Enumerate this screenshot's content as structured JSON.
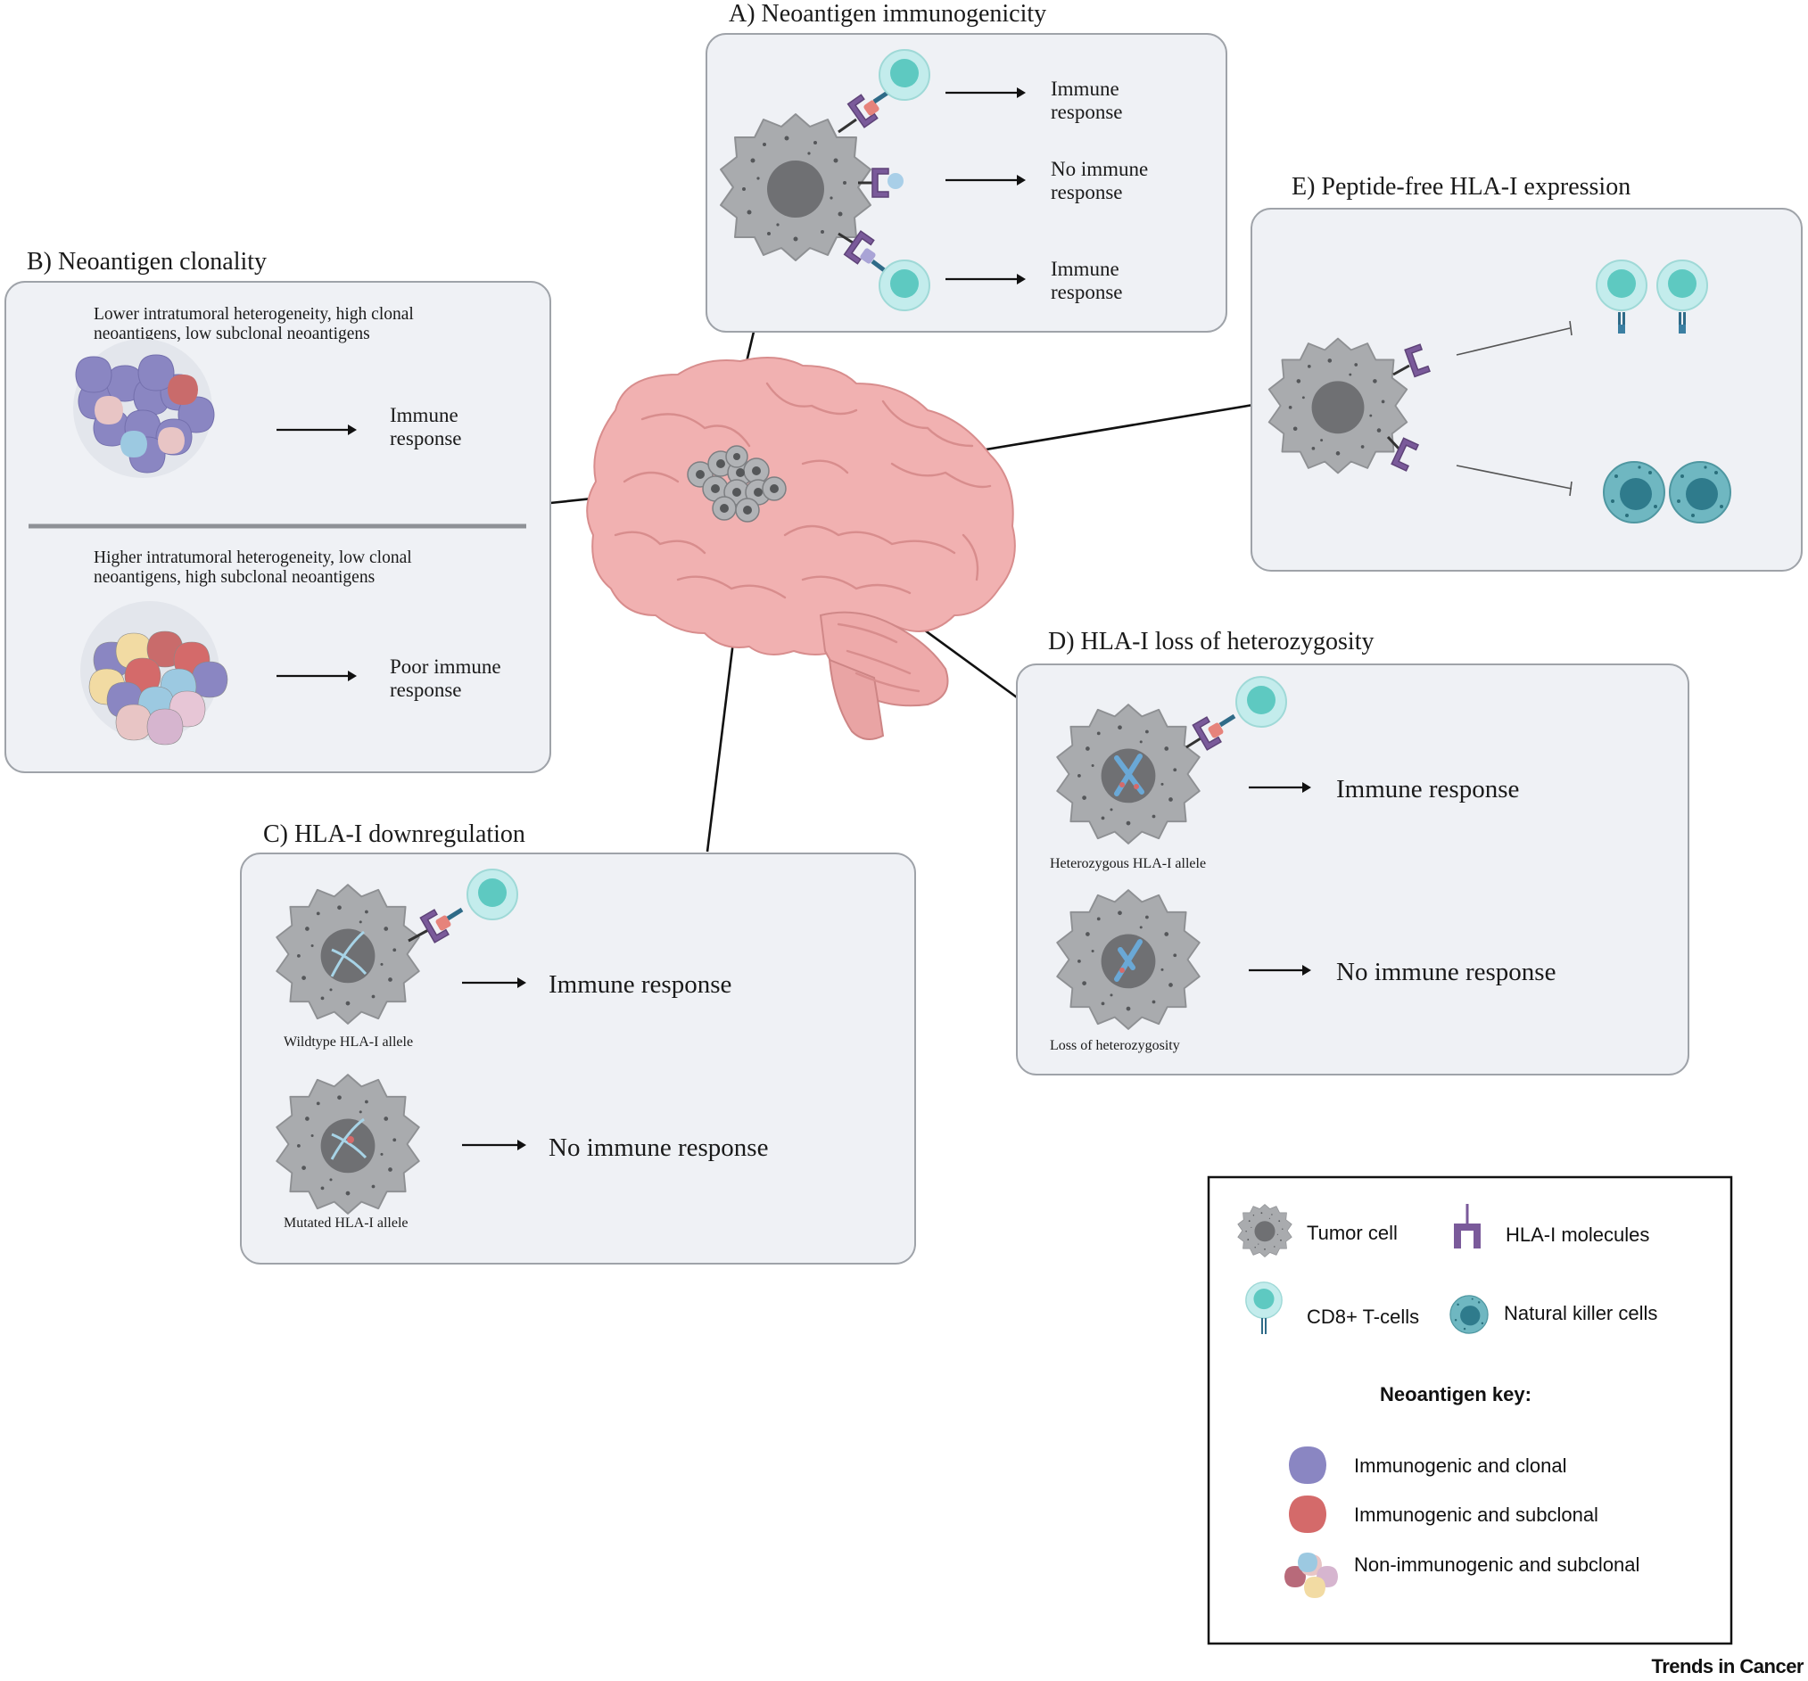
{
  "panelA": {
    "title": "A) Neoantigen immunogenicity",
    "rows": [
      {
        "label_line1": "Immune",
        "label_line2": "response"
      },
      {
        "label_line1": "No immune",
        "label_line2": "response"
      },
      {
        "label_line1": "Immune",
        "label_line2": "response"
      }
    ]
  },
  "panelB": {
    "title": "B) Neoantigen clonality",
    "top": {
      "desc_line1": "Lower intratumoral heterogeneity, high clonal",
      "desc_line2": "neoantigens, low subclonal neoantigens",
      "label_line1": "Immune",
      "label_line2": "response"
    },
    "bottom": {
      "desc_line1": "Higher intratumoral heterogeneity, low clonal",
      "desc_line2": "neoantigens, high subclonal neoantigens",
      "label_line1": "Poor immune",
      "label_line2": "response"
    }
  },
  "panelC": {
    "title": "C) HLA-I downregulation",
    "row1": {
      "label": "Immune response",
      "caption": "Wildtype HLA-I allele"
    },
    "row2": {
      "label": "No immune response",
      "caption": "Mutated HLA-I allele"
    }
  },
  "panelD": {
    "title": "D) HLA-I loss of heterozygosity",
    "row1": {
      "label": "Immune response",
      "caption": "Heterozygous HLA-I allele"
    },
    "row2": {
      "label": "No immune response",
      "caption": "Loss of heterozygosity"
    }
  },
  "panelE": {
    "title": "E) Peptide-free HLA-I expression"
  },
  "legend": {
    "tumor_cell": "Tumor cell",
    "hla_molecules": "HLA-I molecules",
    "cd8_tcells": "CD8+ T-cells",
    "nk_cells": "Natural killer cells",
    "key_title": "Neoantigen key:",
    "key_items": [
      "Immunogenic and clonal",
      "Immunogenic and subclonal",
      "Non-immunogenic and subclonal"
    ]
  },
  "journal": "Trends in Cancer",
  "colors": {
    "panel_bg": "#eff1f5",
    "tumor_cell": "#a9abae",
    "tumor_nucleus": "#6f7073",
    "hla_molecule": "#7a5a9a",
    "tcell": "#b7e6e6",
    "tcell_nucleus": "#5ec9c1",
    "nk_cell": "#5fa9b3",
    "clonal_neoantigen": "#8a86c2",
    "subclonal_neoantigen": "#d46a6a",
    "brain": "#f1b1b1"
  },
  "icons": [
    "tumor-cell-icon",
    "hla-molecule-icon",
    "cd8-tcell-icon",
    "nk-cell-icon",
    "brain-icon",
    "dna-icon",
    "chromosome-icon"
  ]
}
